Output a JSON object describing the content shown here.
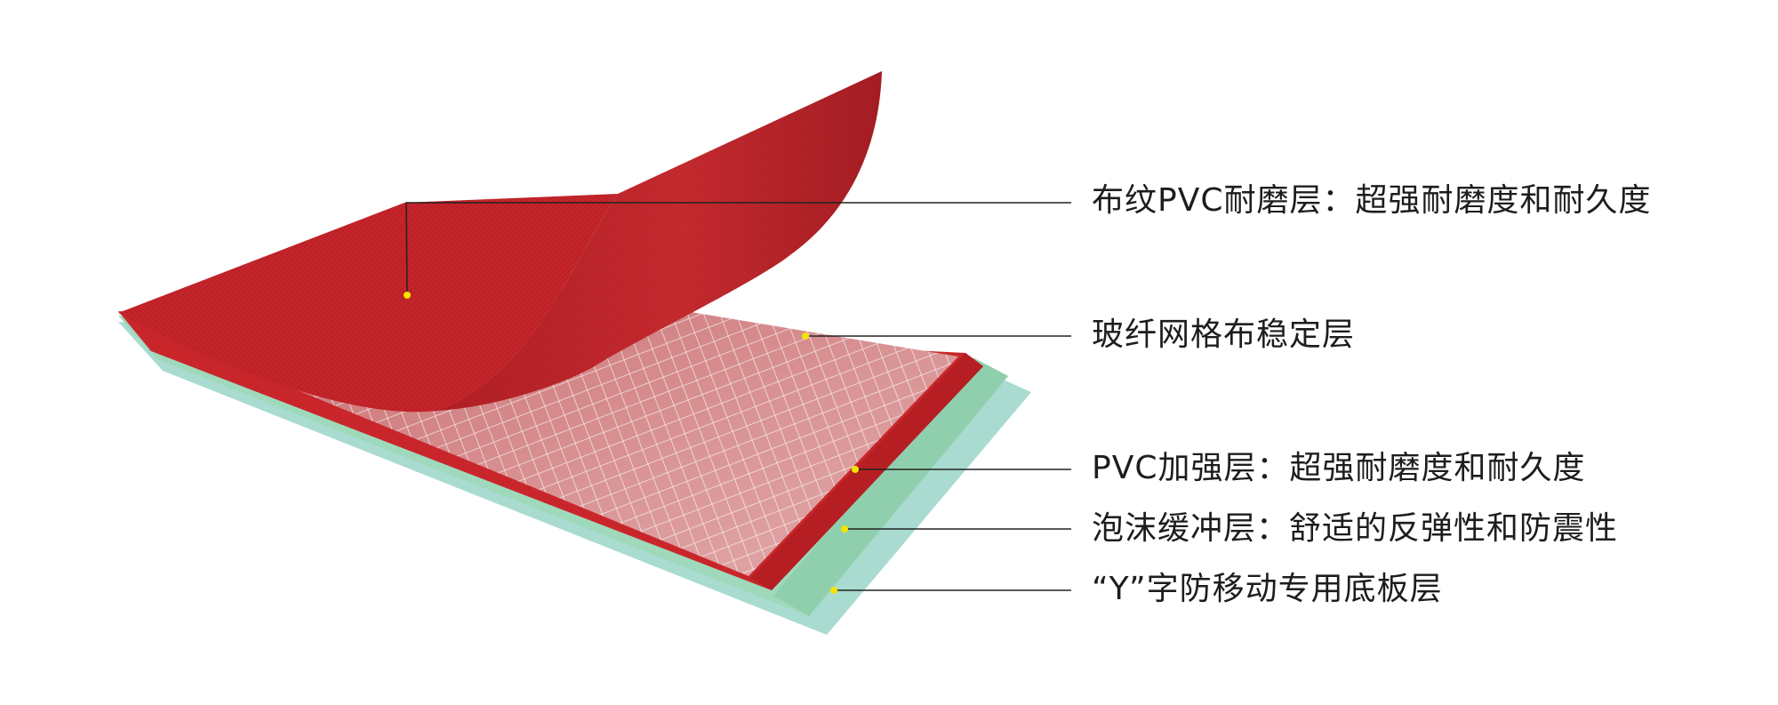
{
  "layers": [
    {
      "name": "pvc-wear-layer",
      "label": "布纹PVC耐磨层：超强耐磨度和耐久度",
      "color": "#c4242a"
    },
    {
      "name": "fiberglass-mesh-layer",
      "label": "玻纤网格布稳定层",
      "color": "#d98787"
    },
    {
      "name": "pvc-reinforced-layer",
      "label": "PVC加强层：超强耐磨度和耐久度",
      "color": "#c9262b"
    },
    {
      "name": "foam-cushion-layer",
      "label": "泡沫缓冲层：舒适的反弹性和防震性",
      "color": "#9fd9bb"
    },
    {
      "name": "y-base-layer",
      "label": "“Y”字防移动专用底板层",
      "color": "#a9dbd0"
    }
  ],
  "colors": {
    "marker": "#f5e400",
    "leader_line": "#222222",
    "background": "#ffffff"
  }
}
